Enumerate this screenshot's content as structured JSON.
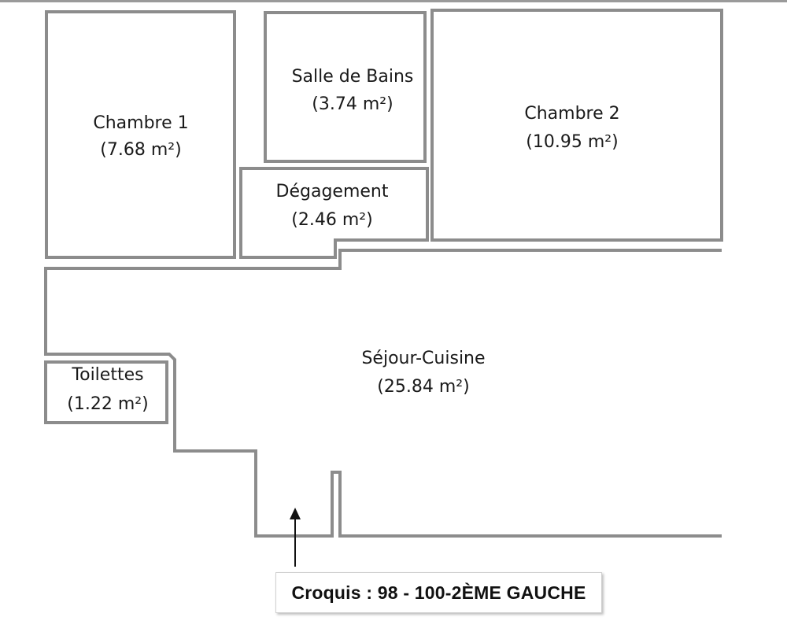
{
  "rooms": {
    "chambre1": {
      "name": "Chambre 1",
      "area": "(7.68 m²)"
    },
    "salle_de_bains": {
      "name": "Salle de Bains",
      "area": "(3.74 m²)"
    },
    "chambre2": {
      "name": "Chambre 2",
      "area": "(10.95 m²)"
    },
    "degagement": {
      "name": "Dégagement",
      "area": "(2.46 m²)"
    },
    "sejour_cuisine": {
      "name": "Séjour-Cuisine",
      "area": "(25.84 m²)"
    },
    "toilettes": {
      "name": "Toilettes",
      "area": "(1.22 m²)"
    }
  },
  "caption": "Croquis : 98 - 100-2ÈME GAUCHE",
  "colors": {
    "wall": "#8c8c8c",
    "text": "#1a1a1a",
    "background": "#ffffff"
  },
  "icons": {
    "entrance": "arrow-up-icon"
  }
}
